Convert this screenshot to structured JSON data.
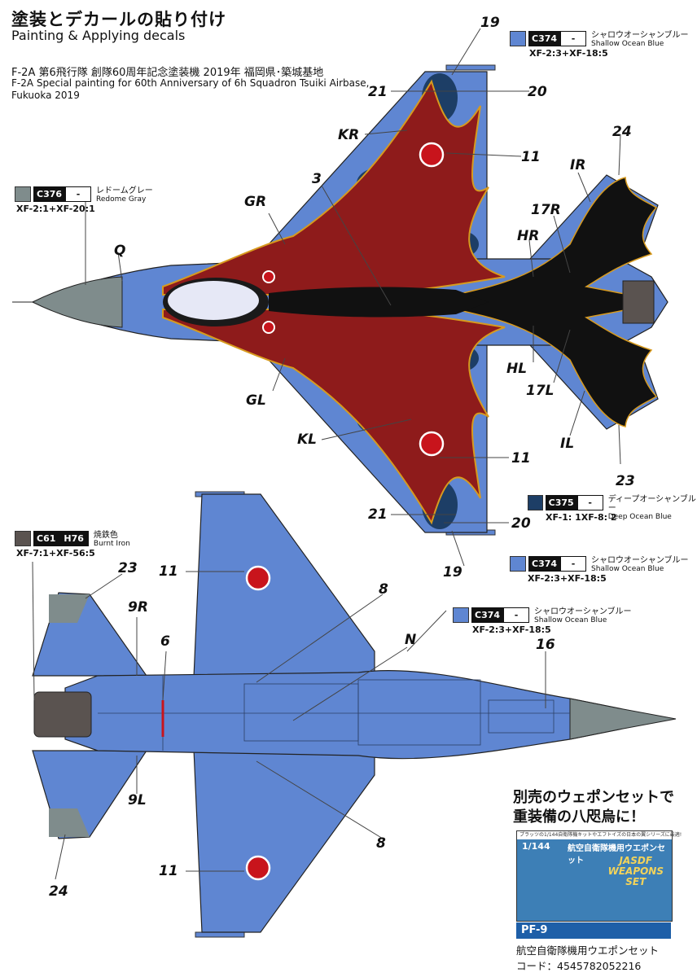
{
  "header": {
    "title_jp": "塗装とデカールの貼り付け",
    "title_en": "Painting & Applying decals",
    "subtitle_jp": "F-2A 第6飛行隊 創隊60周年記念塗装機 2019年 福岡県･築城基地",
    "subtitle_en_line1": "F-2A Special painting for 60th Anniversary of 6h Squadron Tsuiki Airbase,",
    "subtitle_en_line2": "Fukuoka 2019"
  },
  "colors": {
    "shallow_ocean_blue": "#5f86d2",
    "deep_ocean_blue": "#1d3e66",
    "redome_gray": "#7f8c8c",
    "burnt_iron": "#5a5350",
    "red": "#8e1b1b",
    "black": "#111111",
    "gold_outline": "#d79a1e",
    "hinomaru": "#c8141c"
  },
  "color_chips": [
    {
      "id": "c374_top",
      "code": "C374",
      "h_code": "-",
      "name_jp": "シャロウオーシャンブルー",
      "name_en": "Shallow Ocean Blue",
      "mix": "XF-2:3+XF-18:5",
      "swatch": "#5f86d2"
    },
    {
      "id": "c376",
      "code": "C376",
      "h_code": "-",
      "name_jp": "レドームグレー",
      "name_en": "Redome Gray",
      "mix": "XF-2:1+XF-20:1",
      "swatch": "#7f8c8c"
    },
    {
      "id": "c375",
      "code": "C375",
      "h_code": "-",
      "name_jp": "ディープオーシャンブルー",
      "name_en": "Deep Ocean Blue",
      "mix": "XF-1: 1XF-8: 2",
      "swatch": "#1d3e66"
    },
    {
      "id": "c374_mid",
      "code": "C374",
      "h_code": "-",
      "name_jp": "シャロウオーシャンブルー",
      "name_en": "Shallow Ocean Blue",
      "mix": "XF-2:3+XF-18:5",
      "swatch": "#5f86d2"
    },
    {
      "id": "c61",
      "code": "C61",
      "h_code": "H76",
      "name_jp": "焼鉄色",
      "name_en": "Burnt Iron",
      "mix": "XF-7:1+XF-56:5",
      "swatch": "#5a5350"
    },
    {
      "id": "c374_low",
      "code": "C374",
      "h_code": "-",
      "name_jp": "シャロウオーシャンブルー",
      "name_en": "Shallow Ocean Blue",
      "mix": "XF-2:3+XF-18:5",
      "swatch": "#5f86d2"
    }
  ],
  "top_view_labels": {
    "l19_top": "19",
    "l21_top": "21",
    "l20_top": "20",
    "lKR": "KR",
    "l11_top": "11",
    "l3": "3",
    "lGR": "GR",
    "lQ": "Q",
    "lIR": "IR",
    "l24_top": "24",
    "l17R": "17R",
    "lHR": "HR",
    "lHL": "HL",
    "lGL": "GL",
    "l17L": "17L",
    "lKL": "KL",
    "lIL": "IL",
    "l11_low": "11",
    "l23_top": "23",
    "l21_low": "21",
    "l20_low": "20",
    "l19_low": "19"
  },
  "bottom_view_labels": {
    "l23": "23",
    "l11_a": "11",
    "l8_a": "8",
    "l9R": "9R",
    "l6": "6",
    "lN": "N",
    "l16": "16",
    "l9L": "9L",
    "l8_b": "8",
    "l11_b": "11",
    "l24": "24"
  },
  "promo": {
    "line1": "別売のウェポンセットで",
    "line2": "重装備の八咫烏に！",
    "box_top_text": "プラッツの1/144自衛隊機キットやエフトイズの日本の翼シリーズに最適!",
    "box_scale": "1/144",
    "box_title": "航空自衛隊機用ウエポンセット",
    "box_jasdf_1": "JASDF",
    "box_jasdf_2": "WEAPONS",
    "box_jasdf_3": "SET",
    "product_code": "PF-9",
    "product_name": "航空自衛隊機用ウエポンセット",
    "jan_code": "コード：4545782052216"
  }
}
